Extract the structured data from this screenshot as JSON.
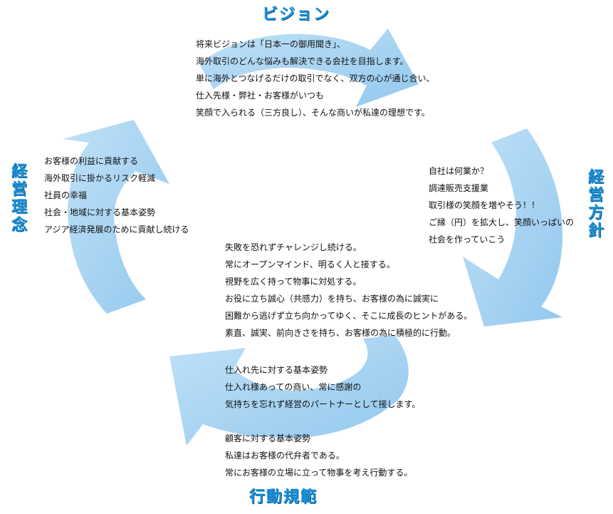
{
  "colors": {
    "arrow_fill": "#a8d4f2",
    "arrow_edge": "#7bbbe6",
    "heading": "#1e90d8",
    "text": "#111111"
  },
  "headings": {
    "top": "ビジョン",
    "right": "経営方針",
    "bottom": "行動規範",
    "left": "経営理念"
  },
  "vision_lines": [
    "将来ビジョンは「日本一の御用聞き」、",
    "海外取引のどんな悩みも解決できる会社を目指します。",
    "単に海外とつなげるだけの取引でなく、双方の心が通じ合い、",
    "仕入先様・弊社・お客様がいつも",
    "笑顔で入られる（三方良し）、そんな商いが私達の理想です。"
  ],
  "policy_lines": [
    "自社は何業か？",
    "調達販売支援業",
    "取引様の笑顔を増やそう！！",
    "ご縁（円）を拡大し、笑顔いっぱいの",
    "社会を作っていこう"
  ],
  "philosophy_lines": [
    "お客様の利益に貢献する",
    "海外取引に掛かるリスク軽減",
    "社員の幸福",
    "社会・地域に対する基本姿勢",
    "アジア経済発展のために貢献し続ける"
  ],
  "conduct_general_lines": [
    "失敗を恐れずチャレンジし続ける。",
    "常にオープンマインド、明るく人と接する。",
    "視野を広く持って物事に対処する。",
    "お役に立ち誠心（共感力）を持ち、お客様の為に誠実に",
    "困難から逃げず立ち向かってゆく、そこに成長のヒントがある。",
    "素直、誠実、前向きさを持ち、お客様の為に積極的に行動。"
  ],
  "conduct_supplier_lines": [
    "仕入れ先に対する基本姿勢",
    "仕入れ様あっての商い、常に感謝の",
    "気持ちを忘れず経営のパートナーとして接します。"
  ],
  "conduct_customer_lines": [
    "顧客に対する基本姿勢",
    "私達はお客様の代弁者である。",
    "常にお客様の立場に立って物事を考え行動する。"
  ]
}
